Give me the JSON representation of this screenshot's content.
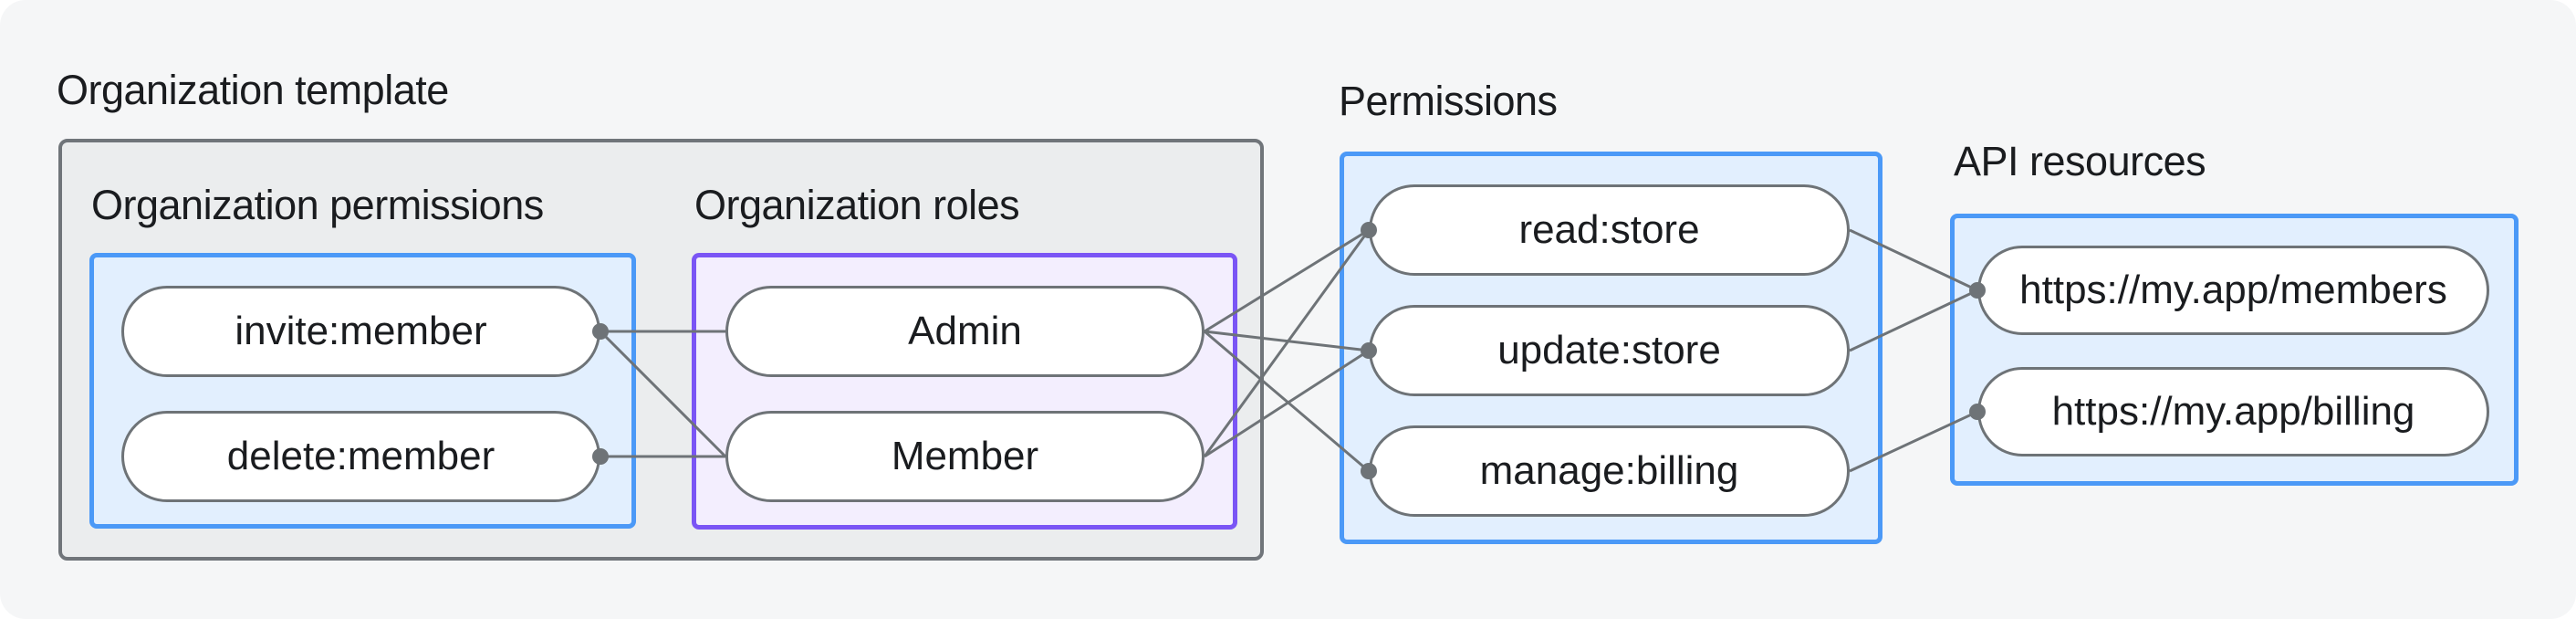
{
  "colors": {
    "page_background": "#f5f6f7",
    "template_box_fill": "#ebedee",
    "template_box_border": "#70757a",
    "blue_box_fill": "#e2effe",
    "blue_box_border": "#4b99f7",
    "purple_box_fill": "#f3eefe",
    "purple_box_border": "#7a55f5",
    "pill_fill": "#ffffff",
    "pill_border": "#6e7377",
    "connector": "#6e7377",
    "text": "#1a1c1f"
  },
  "org_template": {
    "title": "Organization template",
    "permissions": {
      "title": "Organization permissions",
      "items": [
        {
          "id": "invite",
          "label": "invite:member"
        },
        {
          "id": "delete",
          "label": "delete:member"
        }
      ]
    },
    "roles": {
      "title": "Organization roles",
      "items": [
        {
          "id": "admin",
          "label": "Admin"
        },
        {
          "id": "member",
          "label": "Member"
        }
      ]
    }
  },
  "permissions": {
    "title": "Permissions",
    "items": [
      {
        "id": "read",
        "label": "read:store"
      },
      {
        "id": "update",
        "label": "update:store"
      },
      {
        "id": "manage",
        "label": "manage:billing"
      }
    ]
  },
  "api_resources": {
    "title": "API resources",
    "items": [
      {
        "id": "members",
        "label": "https://my.app/members"
      },
      {
        "id": "billing",
        "label": "https://my.app/billing"
      }
    ]
  },
  "connections": [
    {
      "from": "invite",
      "to": "admin"
    },
    {
      "from": "invite",
      "to": "member"
    },
    {
      "from": "delete",
      "to": "member"
    },
    {
      "from": "admin",
      "to": "read"
    },
    {
      "from": "admin",
      "to": "update"
    },
    {
      "from": "admin",
      "to": "manage"
    },
    {
      "from": "member",
      "to": "read"
    },
    {
      "from": "member",
      "to": "update"
    },
    {
      "from": "read",
      "to": "members"
    },
    {
      "from": "update",
      "to": "members"
    },
    {
      "from": "manage",
      "to": "billing"
    }
  ]
}
